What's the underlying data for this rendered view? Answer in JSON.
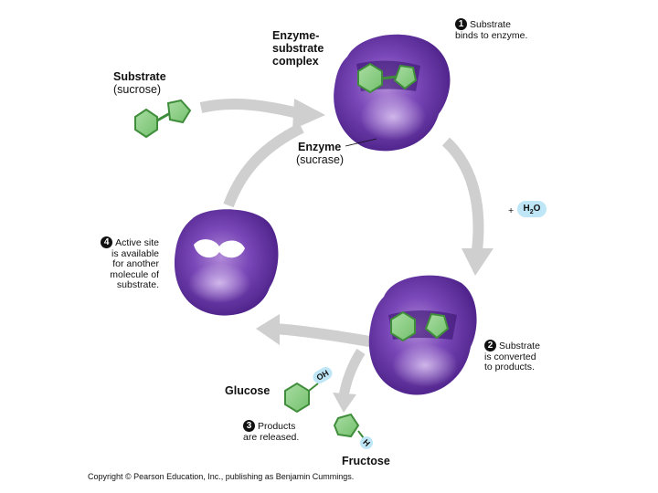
{
  "labels": {
    "substrate_title": "Substrate",
    "substrate_sub": "(sucrose)",
    "complex_line1": "Enzyme-",
    "complex_line2": "substrate",
    "complex_line3": "complex",
    "enzyme_title": "Enzyme",
    "enzyme_sub": "(sucrase)",
    "glucose": "Glucose",
    "fructose": "Fructose",
    "oh": "OH",
    "h": "H",
    "plus": "+",
    "water": "H",
    "water_sub": "2",
    "water_o": "O"
  },
  "steps": [
    {
      "number": "1",
      "lines": [
        "Substrate",
        "binds to enzyme."
      ]
    },
    {
      "number": "2",
      "lines": [
        "Substrate",
        "is converted",
        "to products."
      ]
    },
    {
      "number": "3",
      "lines": [
        "Products",
        "are released."
      ]
    },
    {
      "number": "4",
      "lines": [
        "Active site",
        "is available",
        "for another",
        "molecule of",
        "substrate."
      ]
    }
  ],
  "copyright": "Copyright © Pearson Education, Inc., publishing as Benjamin Cummings.",
  "colors": {
    "enzyme_dark": "#4a1f86",
    "enzyme_mid": "#6a3aa8",
    "enzyme_light": "#b18ad8",
    "sugar_light": "#8fd08a",
    "sugar_dark": "#3f8d3a",
    "arrow": "#cfcfcf",
    "bubble": "#bfe6f6"
  }
}
